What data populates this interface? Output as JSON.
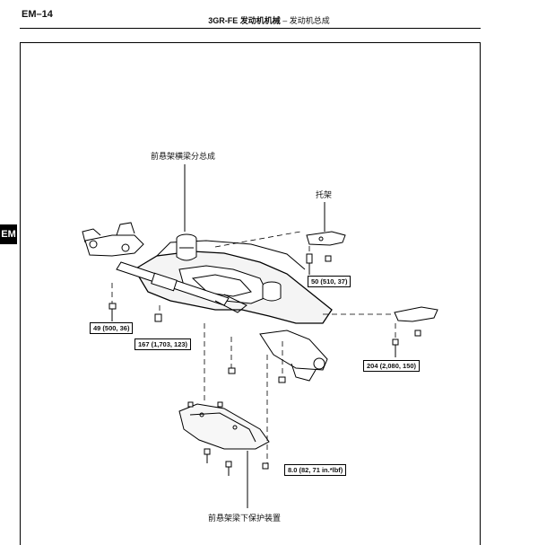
{
  "header": {
    "page_number": "EM–14",
    "title_bold": "3GR-FE 发动机机械",
    "title_sep": " – ",
    "title_rest": "发动机总成"
  },
  "side_tab": "EM",
  "labels": {
    "crossmember": "前悬架横梁分总成",
    "bracket": "托架",
    "under_cover": "前悬架梁下保护装置"
  },
  "torque_specs": {
    "spec_49": "49 (500, 36)",
    "spec_167": "167 (1,703, 123)",
    "spec_50": "50 (510, 37)",
    "spec_204": "204 (2,080, 150)",
    "spec_8": "8.0 (82, 71 in.*lbf)"
  }
}
